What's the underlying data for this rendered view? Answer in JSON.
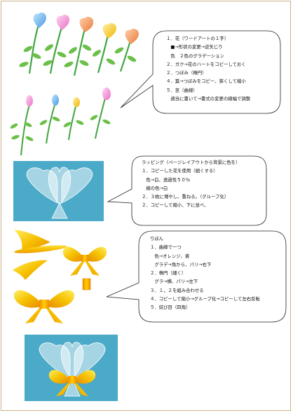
{
  "colors": {
    "page_border": "#c9b08a",
    "stem": "#3fa63f",
    "leaf": "#6cc04a",
    "panel_bg": "#4aaac8",
    "ribbon_gold": "#f5c400",
    "ribbon_orange": "#f08c00"
  },
  "callout_flowers": {
    "lines": [
      "１．花（ワードアートの１字）",
      "　■→形状の変更→逆矢じり",
      "　色　２色のグラデーション",
      "２．ガク→花のハートをコピーしておく",
      "２．つぼみ（楕円）",
      "４．葉→つぼみをコピー、狭くして縮小",
      "５．茎（曲線）",
      "　適当に書いて→書式の変更の線幅で調整"
    ]
  },
  "callout_wrapping": {
    "lines": [
      "ラッピング（ページレイアウトから背景に色を）",
      "１．コピーした花を使用（細くする）",
      "　色→白、透過性５０％",
      "　線の色→白",
      "２．３枚に増やし、重ねる。（グループ化）",
      "２．コピーして縮小、下に並べ、"
    ]
  },
  "callout_ribbon": {
    "lines": [
      "りぼん",
      "１．曲線で一つ",
      "　色→オレンジ、黄",
      "　グラデ→角から、パリ→右下",
      "２．楕円（細く）",
      "　グラ→横、パリ→左下",
      "３．１，２を組み合わせる",
      "４．コピーして縮小→グループ化→コピーして左右反転",
      "５．結び目（四角）"
    ]
  }
}
